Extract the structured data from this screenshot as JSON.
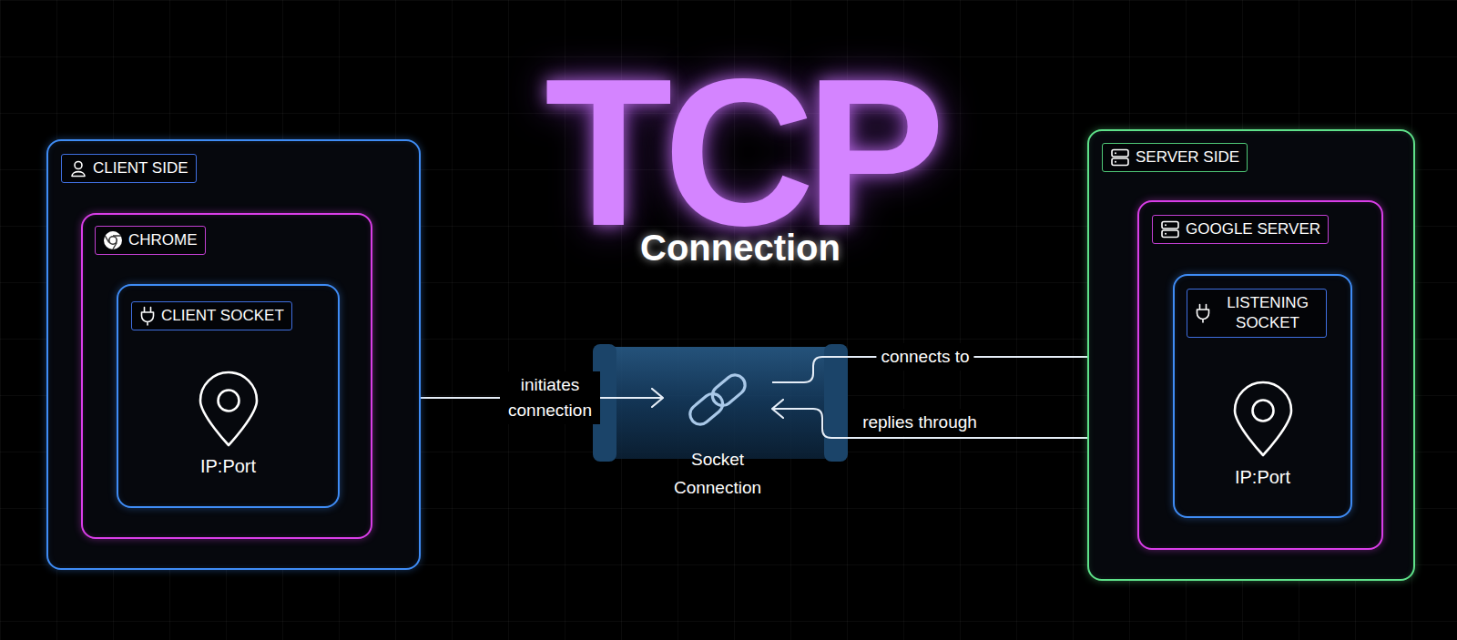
{
  "diagram": {
    "title": "TCP",
    "nodes": [
      {
        "text": [
          "CLIENT SIDE"
        ]
      },
      {
        "text": [
          "CHROME"
        ],
        "in": 0
      },
      {
        "text": [
          "CLIENT SOCKET",
          "IP:Port"
        ],
        "in": 1
      },
      {
        "text": [
          "Socket Connection"
        ]
      },
      {
        "text": [
          "SERVER SIDE"
        ]
      },
      {
        "text": [
          "GOOGLE SERVER"
        ],
        "in": 4
      },
      {
        "text": [
          "LISTENING SOCKET",
          "IP:Port"
        ],
        "in": 5
      }
    ],
    "edges": [
      {
        "from": 2,
        "to": 3,
        "label": "initiates connection",
        "arrow": "to"
      },
      {
        "from": 3,
        "to": 6,
        "label": "connects to",
        "arrow": "to"
      },
      {
        "from": 6,
        "to": 3,
        "label": "replies through",
        "arrow": "to"
      }
    ],
    "labels": [
      "Connection"
    ]
  }
}
